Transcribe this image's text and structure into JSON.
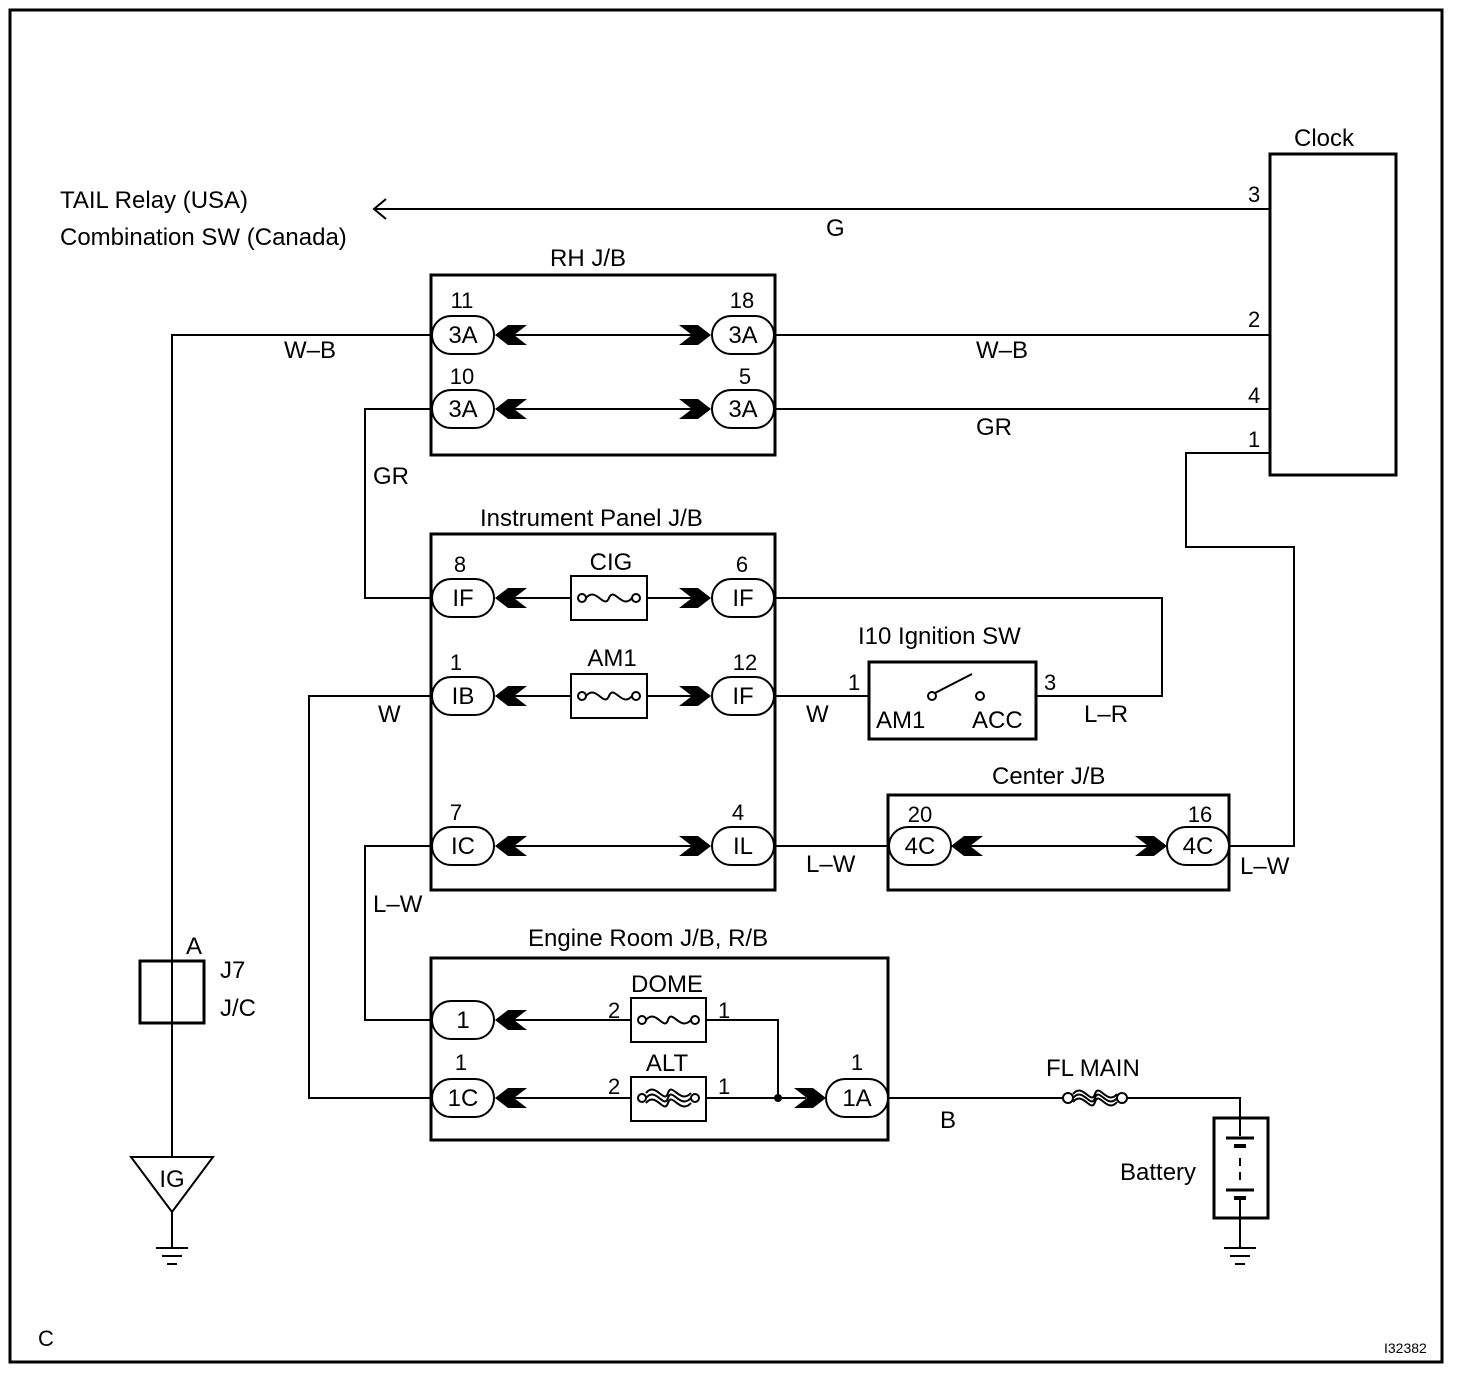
{
  "labels": {
    "tail_relay": "TAIL Relay (USA)",
    "combination_sw": "Combination SW (Canada)",
    "clock": "Clock",
    "rh_jb": "RH J/B",
    "instrument_panel_jb": "Instrument Panel J/B",
    "ignition_sw": "I10 Ignition SW",
    "center_jb": "Center J/B",
    "engine_room_jb": "Engine Room J/B, R/B",
    "jc_id": "J7",
    "jc_type": "J/C",
    "jc_pin": "A",
    "ig": "IG",
    "battery": "Battery",
    "fl_main": "FL MAIN",
    "corner": "C",
    "figure_id": "I32382"
  },
  "clock_pins": {
    "p3": "3",
    "p2": "2",
    "p4": "4",
    "p1": "1"
  },
  "wire_colors": {
    "g": "G",
    "wb_left": "W–B",
    "wb_right": "W–B",
    "gr_right": "GR",
    "gr_left": "GR",
    "w_left": "W",
    "w_mid": "W",
    "lr": "L–R",
    "lw_mid": "L–W",
    "lw_right": "L–W",
    "lw_left": "L–W",
    "b": "B"
  },
  "rh_jb": {
    "row1": {
      "left_pin": "11",
      "left_conn": "3A",
      "right_pin": "18",
      "right_conn": "3A"
    },
    "row2": {
      "left_pin": "10",
      "left_conn": "3A",
      "right_pin": "5",
      "right_conn": "3A"
    }
  },
  "ip_jb": {
    "cig": {
      "left_pin": "8",
      "left_conn": "IF",
      "fuse": "CIG",
      "right_pin": "6",
      "right_conn": "IF"
    },
    "am1": {
      "left_pin": "1",
      "left_conn": "IB",
      "fuse": "AM1",
      "right_pin": "12",
      "right_conn": "IF"
    },
    "ic": {
      "left_pin": "7",
      "left_conn": "IC",
      "right_pin": "4",
      "right_conn": "IL"
    }
  },
  "ignition": {
    "pin_left": "1",
    "pin_right": "3",
    "term_left": "AM1",
    "term_right": "ACC"
  },
  "center_jb": {
    "left_pin": "20",
    "left_conn": "4C",
    "right_pin": "16",
    "right_conn": "4C"
  },
  "engine_room": {
    "dome": {
      "conn": "1",
      "fuse": "DOME",
      "pin_left": "2",
      "pin_right": "1"
    },
    "alt": {
      "conn_pin": "1",
      "conn": "1C",
      "fuse": "ALT",
      "pin_left": "2",
      "pin_right": "1"
    },
    "main": {
      "pin": "1",
      "conn": "1A"
    }
  }
}
